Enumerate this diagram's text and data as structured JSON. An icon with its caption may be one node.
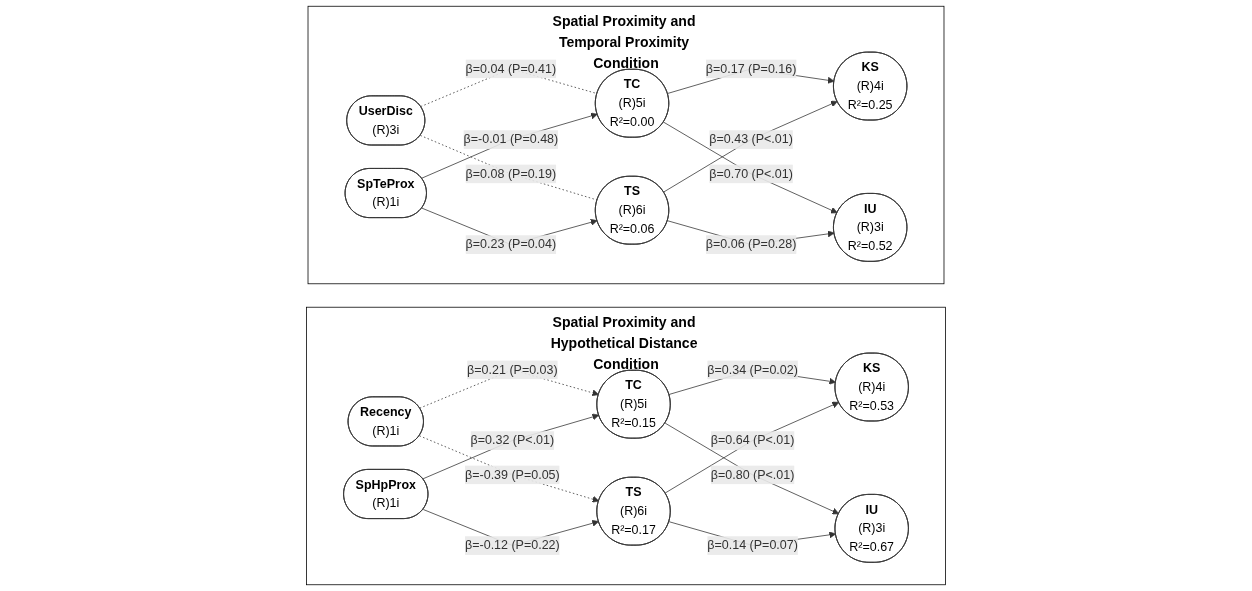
{
  "diagram": {
    "nodes": [
      {
        "text": [
          "Spatial Proximity and Temporal Proximity Condition"
        ]
      },
      {
        "text": [
          "UserDisc",
          "(R)3i"
        ],
        "in": 0
      },
      {
        "text": [
          "SpTeProx",
          "(R)1i"
        ],
        "in": 0
      },
      {
        "text": [
          "TC",
          "(R)5i",
          "R²=0.00"
        ],
        "in": 0
      },
      {
        "text": [
          "KS",
          "(R)4i",
          "R²=0.25"
        ],
        "in": 0
      },
      {
        "text": [
          "TS",
          "(R)6i",
          "R²=0.06"
        ],
        "in": 0
      },
      {
        "text": [
          "IU",
          "(R)3i",
          "R²=0.52"
        ],
        "in": 0
      },
      {
        "text": [
          "Spatial Proximity and Hypothetical Distance Condition"
        ]
      },
      {
        "text": [
          "Recency",
          "(R)1i"
        ],
        "in": 7
      },
      {
        "text": [
          "SpHpProx",
          "(R)1i"
        ],
        "in": 7
      },
      {
        "text": [
          "TC",
          "(R)5i",
          "R²=0.15"
        ],
        "in": 7
      },
      {
        "text": [
          "KS",
          "(R)4i",
          "R²=0.53"
        ],
        "in": 7
      },
      {
        "text": [
          "TS",
          "(R)6i",
          "R²=0.17"
        ],
        "in": 7
      },
      {
        "text": [
          "IU",
          "(R)3i",
          "R²=0.67"
        ],
        "in": 7
      }
    ],
    "edges": [
      {
        "from": 1,
        "to": 3,
        "arrow": "none",
        "style": "dashed",
        "label": "β=0.04 (P=0.41)"
      },
      {
        "from": 1,
        "to": 5,
        "arrow": "none",
        "style": "dashed",
        "label": "β=0.08 (P=0.19)"
      },
      {
        "from": 2,
        "to": 3,
        "arrow": "to",
        "label": "β=-0.01 (P=0.48)"
      },
      {
        "from": 2,
        "to": 5,
        "arrow": "to",
        "label": "β=0.23 (P=0.04)"
      },
      {
        "from": 3,
        "to": 4,
        "arrow": "to",
        "label": "β=0.17 (P=0.16)"
      },
      {
        "from": 3,
        "to": 6,
        "arrow": "to",
        "label": "β=0.70 (P<.01)"
      },
      {
        "from": 5,
        "to": 4,
        "arrow": "to",
        "label": "β=0.43 (P<.01)"
      },
      {
        "from": 5,
        "to": 6,
        "arrow": "to",
        "label": "β=0.06 (P=0.28)"
      },
      {
        "from": 8,
        "to": 10,
        "arrow": "to",
        "style": "dashed",
        "label": "β=0.21 (P=0.03)"
      },
      {
        "from": 8,
        "to": 12,
        "arrow": "to",
        "style": "dashed",
        "label": "β=-0.39 (P=0.05)"
      },
      {
        "from": 9,
        "to": 10,
        "arrow": "to",
        "label": "β=0.32 (P<.01)"
      },
      {
        "from": 9,
        "to": 12,
        "arrow": "to",
        "label": "β=-0.12 (P=0.22)"
      },
      {
        "from": 10,
        "to": 11,
        "arrow": "to",
        "label": "β=0.34 (P=0.02)"
      },
      {
        "from": 10,
        "to": 13,
        "arrow": "to",
        "label": "β=0.80 (P<.01)"
      },
      {
        "from": 12,
        "to": 11,
        "arrow": "to",
        "label": "β=0.64 (P<.01)"
      },
      {
        "from": 12,
        "to": 13,
        "arrow": "to",
        "label": "β=0.14 (P=0.07)"
      }
    ]
  }
}
